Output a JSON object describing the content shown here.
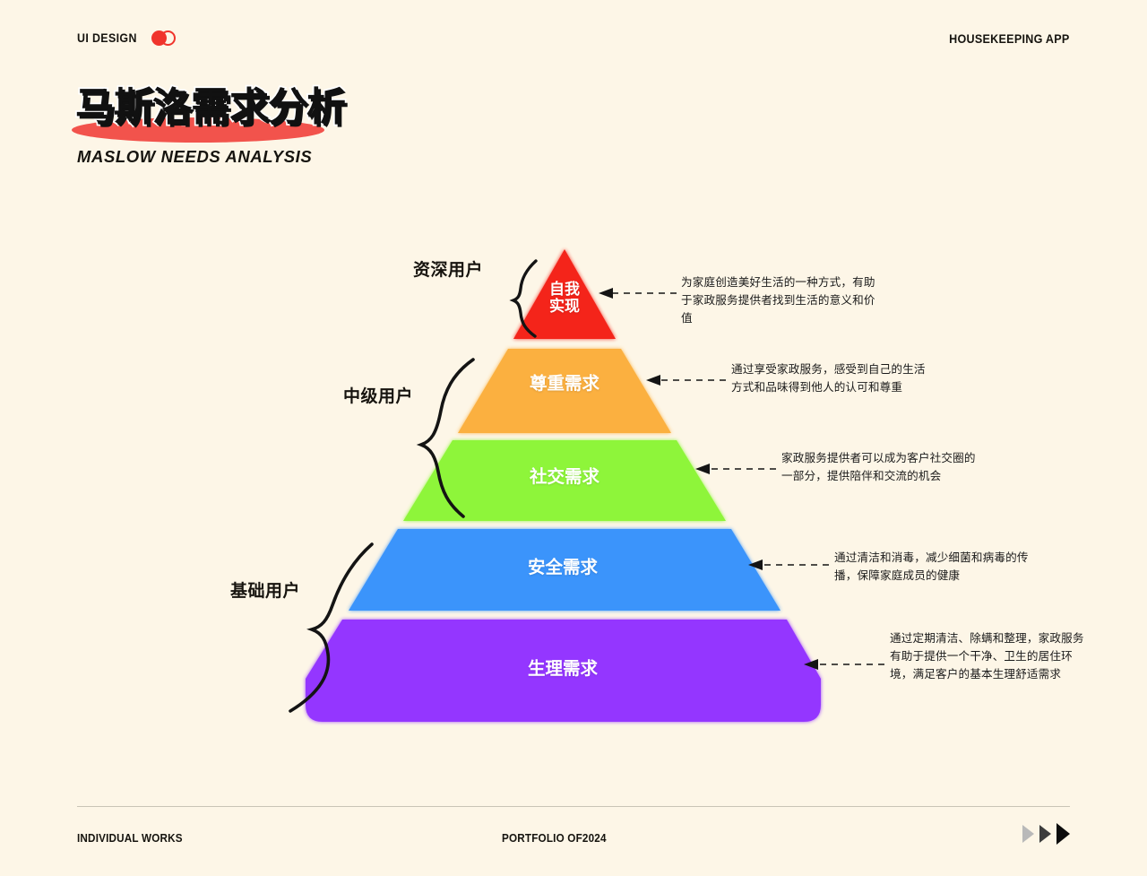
{
  "header": {
    "brand_label": "UI DESIGN",
    "logo_icon": "two-circles-icon",
    "right_label": "HOUSEKEEPING APP"
  },
  "title": {
    "cn": "马斯洛需求分析",
    "en": "MASLOW NEEDS ANALYSIS"
  },
  "chart_data": {
    "type": "pyramid",
    "title": "马斯洛需求分析",
    "subtitle": "MASLOW NEEDS ANALYSIS",
    "levels": [
      {
        "rank": 5,
        "label": "自我\n实现",
        "color": "#f4241a",
        "annotation": "为家庭创造美好生活的一种方式，有助于家政服务提供者找到生活的意义和价值"
      },
      {
        "rank": 4,
        "label": "尊重需求",
        "color": "#fbb040",
        "annotation": "通过享受家政服务，感受到自己的生活方式和品味得到他人的认可和尊重"
      },
      {
        "rank": 3,
        "label": "社交需求",
        "color": "#8ef53a",
        "annotation": "家政服务提供者可以成为客户社交圈的一部分，提供陪伴和交流的机会"
      },
      {
        "rank": 2,
        "label": "安全需求",
        "color": "#3b94fb",
        "annotation": "通过清洁和消毒，减少细菌和病毒的传播，保障家庭成员的健康"
      },
      {
        "rank": 1,
        "label": "生理需求",
        "color": "#9436ff",
        "annotation": "通过定期清洁、除螨和整理，家政服务有助于提供一个干净、卫生的居住环境，满足客户的基本生理舒适需求"
      }
    ],
    "groups": [
      {
        "label": "资深用户",
        "covers": [
          5
        ]
      },
      {
        "label": "中级用户",
        "covers": [
          4,
          3
        ]
      },
      {
        "label": "基础用户",
        "covers": [
          2,
          1
        ]
      }
    ]
  },
  "footer": {
    "left": "INDIVIDUAL WORKS",
    "center": "PORTFOLIO OF2024",
    "arrows_icon": "triple-play-arrow-icon"
  }
}
